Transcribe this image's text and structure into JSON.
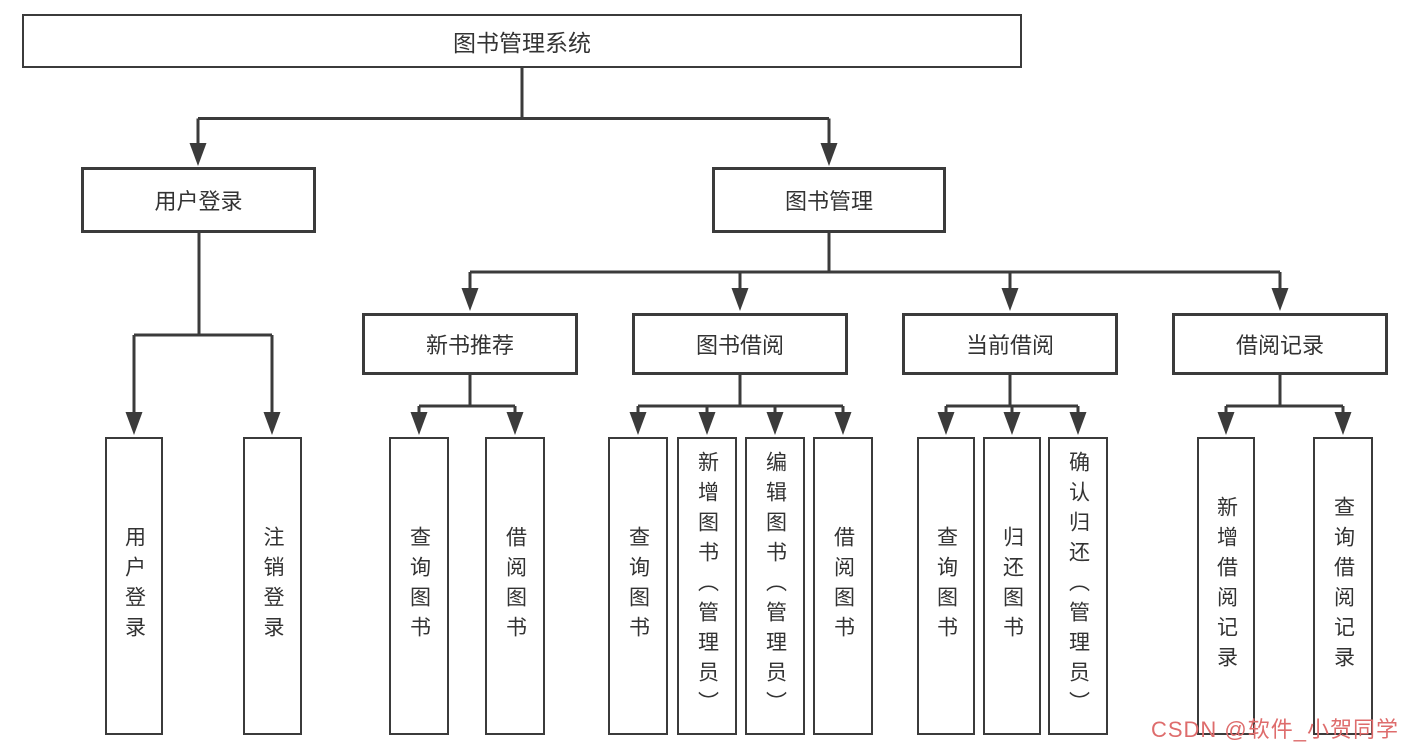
{
  "diagram": {
    "root": {
      "label": "图书管理系统"
    },
    "branches": [
      {
        "label": "用户登录",
        "children": [
          {
            "label": "用户登录"
          },
          {
            "label": "注销登录"
          }
        ]
      },
      {
        "label": "图书管理",
        "children": [
          {
            "label": "新书推荐",
            "children": [
              {
                "label": "查询图书"
              },
              {
                "label": "借阅图书"
              }
            ]
          },
          {
            "label": "图书借阅",
            "children": [
              {
                "label": "查询图书"
              },
              {
                "label": "新增图书（管理员）"
              },
              {
                "label": "编辑图书（管理员）"
              },
              {
                "label": "借阅图书"
              }
            ]
          },
          {
            "label": "当前借阅",
            "children": [
              {
                "label": "查询图书"
              },
              {
                "label": "归还图书"
              },
              {
                "label": "确认归还（管理员）"
              }
            ]
          },
          {
            "label": "借阅记录",
            "children": [
              {
                "label": "新增借阅记录"
              },
              {
                "label": "查询借阅记录"
              }
            ]
          }
        ]
      }
    ]
  },
  "watermark": {
    "text": "CSDN @软件_小贺同学",
    "color": "#de6c6c"
  },
  "colors": {
    "line": "#3b3b3b",
    "text": "#333333",
    "background": "#ffffff"
  }
}
